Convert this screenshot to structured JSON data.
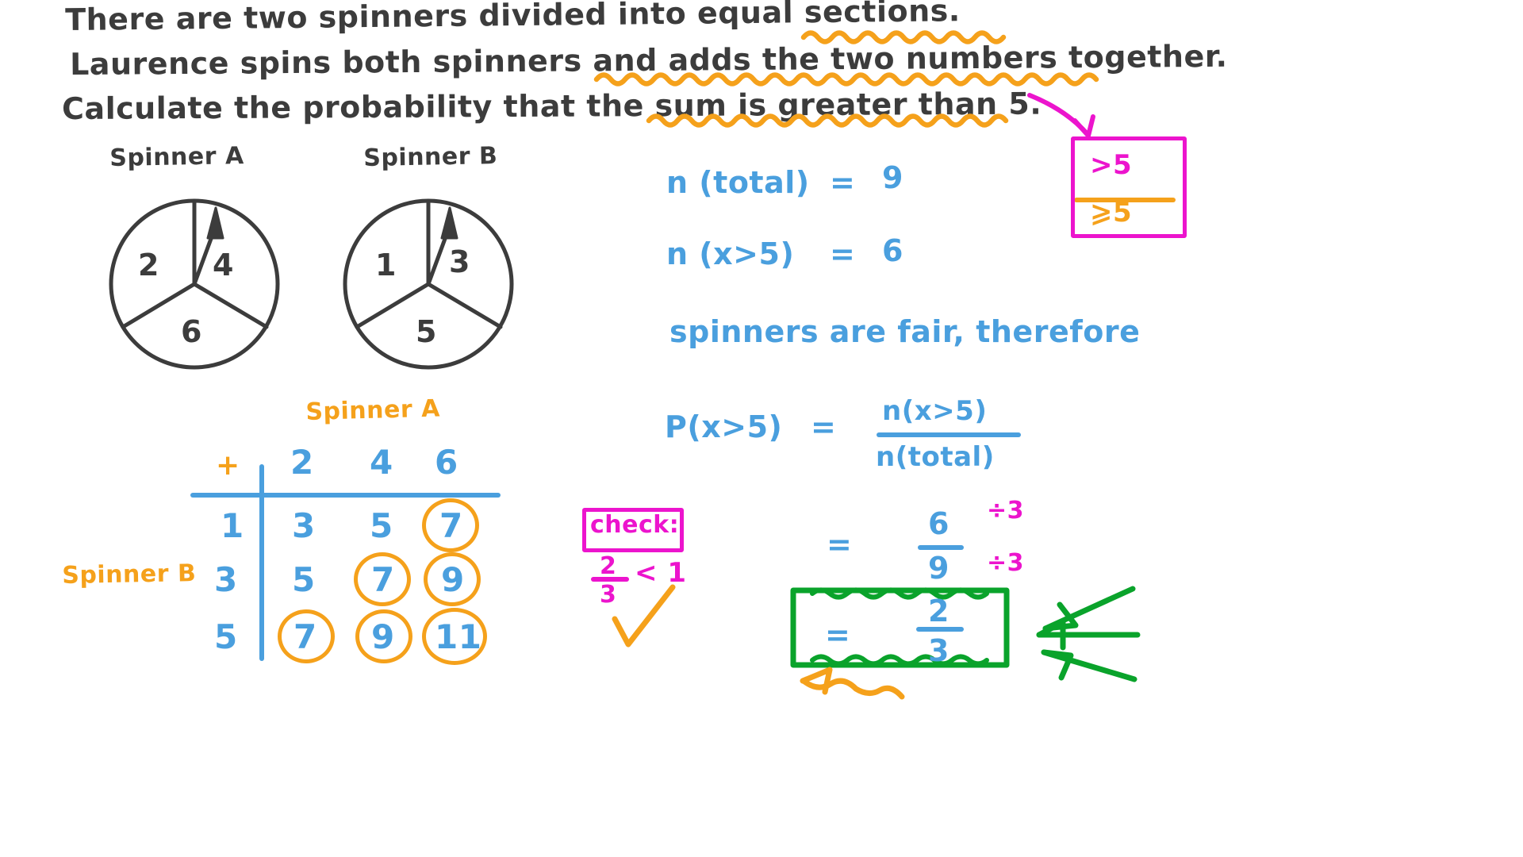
{
  "document": {
    "type": "handwritten-math-worksheet",
    "topic": "probability-two-spinners"
  },
  "question": {
    "line1": "There are two spinners divided into equal sections.",
    "line2": "Laurence spins both spinners and adds the two numbers together.",
    "line3": "Calculate the probability that the sum is greater than 5."
  },
  "spinners": [
    {
      "label": "Spinner A",
      "sections": [
        "2",
        "4",
        "6"
      ]
    },
    {
      "label": "Spinner B",
      "sections": [
        "1",
        "3",
        "5"
      ]
    }
  ],
  "table": {
    "column_axis_label": "Spinner A",
    "row_axis_label": "Spinner B",
    "operator": "+",
    "column_headers": [
      "2",
      "4",
      "6"
    ],
    "row_headers": [
      "1",
      "3",
      "5"
    ],
    "rows": [
      {
        "header": "1",
        "cells": [
          {
            "value": "3",
            "circled": false
          },
          {
            "value": "5",
            "circled": false
          },
          {
            "value": "7",
            "circled": true
          }
        ]
      },
      {
        "header": "3",
        "cells": [
          {
            "value": "5",
            "circled": false
          },
          {
            "value": "7",
            "circled": true
          },
          {
            "value": "9",
            "circled": true
          }
        ]
      },
      {
        "header": "5",
        "cells": [
          {
            "value": "7",
            "circled": true
          },
          {
            "value": "9",
            "circled": true
          },
          {
            "value": "11",
            "circled": true
          }
        ]
      }
    ]
  },
  "working": {
    "n_total_label": "n (total)",
    "n_total_eq": "=",
    "n_total_value": "9",
    "n_event_label": "n (x>5)",
    "n_event_eq": "=",
    "n_event_value": "6",
    "fair_note": "spinners are fair, therefore",
    "probability_label": "P(x>5)",
    "probability_eq": "=",
    "fraction_symbolic": {
      "numerator": "n(x>5)",
      "denominator": "n(total)"
    },
    "equals_1": "=",
    "fraction_numeric": {
      "numerator": "6",
      "denominator": "9"
    },
    "equals_2": "=",
    "fraction_simplified": {
      "numerator": "2",
      "denominator": "3"
    },
    "divide_top": "÷3",
    "divide_bottom": "÷3"
  },
  "annotations": {
    "strict_inequality": ">5",
    "inclusive_inequality": "⩾5",
    "check_label": "check:",
    "check_statement_numerator": "2",
    "check_statement_denominator": "3",
    "check_statement_compare": "< 1",
    "tick": "✓"
  },
  "colors": {
    "pencil": "#3c3c3c",
    "blue": "#4a9fde",
    "orange": "#f5a11b",
    "magenta": "#ec14cd",
    "green": "#0aa32b",
    "background": "#ffffff"
  },
  "chart_data": {
    "type": "table",
    "title": "Sum outcome table for Spinner A + Spinner B",
    "xlabel": "Spinner A",
    "ylabel": "Spinner B",
    "categories": [
      "2",
      "4",
      "6"
    ],
    "row_categories": [
      "1",
      "3",
      "5"
    ],
    "matrix": [
      [
        3,
        5,
        7
      ],
      [
        5,
        7,
        9
      ],
      [
        7,
        9,
        11
      ]
    ],
    "highlighted_condition": "sum > 5",
    "highlighted_count": 6,
    "total_count": 9,
    "probability": "2/3",
    "grid": true,
    "legend": "orange circles mark outcomes greater than 5"
  }
}
